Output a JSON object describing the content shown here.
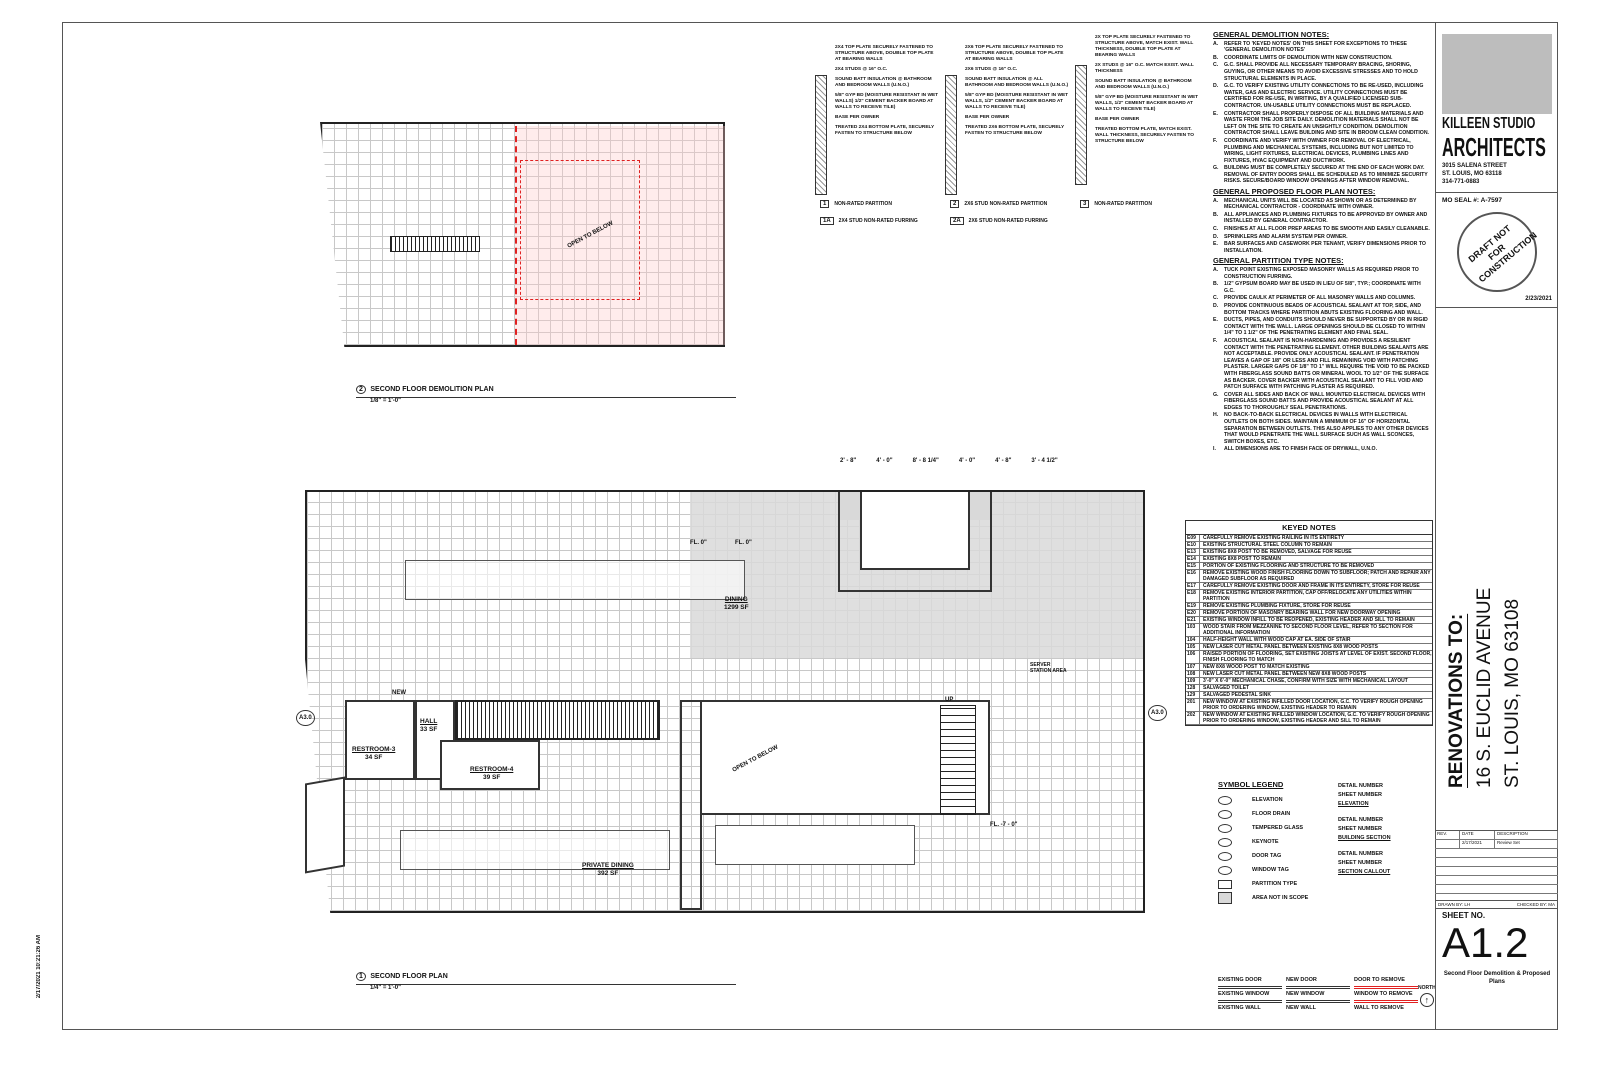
{
  "firm": {
    "name1": "KILLEEN STUDIO",
    "name2": "ARCHITECTS",
    "address1": "3015 SALENA STREET",
    "address2": "ST. LOUIS, MO 63118",
    "phone": "314-771-0883",
    "seal_label": "MO SEAL #: A-7597",
    "stamp_text": "DRAFT NOT FOR CONSTRUCTION",
    "date": "2/23/2021"
  },
  "project": {
    "prefix": "RENOVATIONS TO:",
    "address1": "16 S. EUCLID AVENUE",
    "address2": "ST. LOUIS, MO 63108"
  },
  "revisions": {
    "headers": [
      "REV.",
      "DATE",
      "DESCRIPTION"
    ],
    "rows": [
      [
        "",
        "2/17/2021",
        "Review Set"
      ]
    ]
  },
  "drawn_by": "DRAWN BY: LH",
  "checked_by": "CHECKED BY: MA",
  "sheet": {
    "label": "SHEET NO.",
    "number": "A1.2",
    "title": "Second Floor Demolition & Proposed Plans"
  },
  "timestamp": "2/17/2021 10:21:26 AM",
  "plans": {
    "demo": {
      "num": "2",
      "title": "SECOND FLOOR DEMOLITION PLAN",
      "scale": "1/8\" = 1'-0\"",
      "open_below": "OPEN TO BELOW"
    },
    "proposed": {
      "num": "1",
      "title": "SECOND FLOOR PLAN",
      "scale": "1/4\" = 1'-0\"",
      "rooms": [
        {
          "name": "DINING",
          "area": "1299 SF"
        },
        {
          "name": "PRIVATE DINING",
          "area": "392 SF"
        },
        {
          "name": "RESTROOM-3",
          "area": "34 SF"
        },
        {
          "name": "HALL",
          "area": "33 SF"
        },
        {
          "name": "RESTROOM-4",
          "area": "39 SF"
        }
      ],
      "labels": {
        "open_below": "OPEN TO BELOW",
        "server_station": "SERVER STATION AREA",
        "new": "NEW",
        "fl0": "FL. 0\"",
        "fl1": "FL. 0\"",
        "fl2": "FL. -7 - 0\"",
        "up": "UP",
        "a30a": "A3.0",
        "a30b": "A3.0"
      },
      "dims": [
        "2' - 8\"",
        "4' - 0\"",
        "8' - 8 1/4\"",
        "4' - 0\"",
        "4' - 8\"",
        "3' - 4 1/2\""
      ]
    }
  },
  "partitions": [
    {
      "tag": "1",
      "label": "NON-RATED PARTITION",
      "notes": [
        "2X4 TOP PLATE SECURELY FASTENED TO STRUCTURE ABOVE, DOUBLE TOP PLATE AT BEARING WALLS",
        "2X4 STUDS @ 16\" O.C.",
        "SOUND BATT INSULATION @ BATHROOM AND BEDROOM WALLS (U.N.O.)",
        "5/8\" GYP BD (MOISTURE RESISTANT IN WET WALLS) 1/2\" CEMENT BACKER BOARD AT WALLS TO RECEIVE TILE)",
        "BASE PER OWNER",
        "TREATED 2X4 BOTTOM PLATE, SECURELY FASTEN TO STRUCTURE BELOW"
      ]
    },
    {
      "tag": "2",
      "label": "2X6 STUD NON-RATED PARTITION",
      "notes": [
        "2X6 TOP PLATE SECURELY FASTENED TO STRUCTURE ABOVE, DOUBLE TOP PLATE AT BEARING WALLS",
        "2X6 STUDS @ 16\" O.C.",
        "SOUND BATT INSULATION @ ALL BATHROOM AND BEDROOM WALLS (U.N.O.)",
        "5/8\" GYP BD (MOISTURE RESISTANT IN WET WALLS, 1/2\" CEMENT BACKER BOARD AT WALLS TO RECEIVE TILE)",
        "BASE PER OWNER",
        "TREATED 2X6 BOTTOM PLATE, SECURELY FASTEN TO STRUCTURE BELOW"
      ]
    },
    {
      "tag": "3",
      "label": "NON-RATED PARTITION",
      "notes": [
        "2X TOP PLATE SECURELY FASTENED TO STRUCTURE ABOVE, MATCH EXIST. WALL THICKNESS, DOUBLE TOP PLATE AT BEARING WALLS",
        "2X STUDS @ 16\" O.C. MATCH EXIST. WALL THICKNESS",
        "SOUND BATT INSULATION @ BATHROOM AND BEDROOM WALLS (U.N.O.)",
        "5/8\" GYP BD (MOISTURE RESISTANT IN WET WALLS, 1/2\" CEMENT BACKER BOARD AT WALLS TO RECEIVE TILE)",
        "BASE PER OWNER",
        "TREATED BOTTOM PLATE, MATCH EXIST. WALL THICKNESS, SECURELY FASTEN TO STRUCTURE BELOW"
      ]
    },
    {
      "tag": "1A",
      "label": "2X4 STUD NON-RATED FURRING"
    },
    {
      "tag": "2A",
      "label": "2X6 STUD NON-RATED FURRING"
    }
  ],
  "notes": {
    "demo_title": "GENERAL DEMOLITION NOTES:",
    "demo": [
      [
        "A.",
        "REFER TO 'KEYED NOTES' ON THIS SHEET FOR EXCEPTIONS TO THESE 'GENERAL DEMOLITION NOTES'"
      ],
      [
        "B.",
        "COORDINATE LIMITS OF DEMOLITION WITH NEW CONSTRUCTION."
      ],
      [
        "C.",
        "G.C. SHALL PROVIDE ALL NECESSARY TEMPORARY BRACING, SHORING, GUYING, OR OTHER MEANS TO AVOID EXCESSIVE STRESSES AND TO HOLD STRUCTURAL ELEMENTS IN PLACE."
      ],
      [
        "D.",
        "G.C. TO VERIFY EXISTING UTILITY CONNECTIONS TO BE RE-USED, INCLUDING WATER, GAS AND ELECTRIC SERVICE. UTILITY CONNECTIONS MUST BE CERTIFIED FOR RE-USE, IN WRITING, BY A QUALIFIED LICENSED SUB-CONTRACTOR. UN-USABLE UTILITY CONNECTIONS MUST BE REPLACED."
      ],
      [
        "E.",
        "CONTRACTOR SHALL PROPERLY DISPOSE OF ALL BUILDING MATERIALS AND WASTE FROM THE JOB SITE DAILY. DEMOLITION MATERIALS SHALL NOT BE LEFT ON THE SITE TO CREATE AN UNSIGHTLY CONDITION. DEMOLITION CONTRACTOR SHALL LEAVE BUILDING AND SITE IN BROOM CLEAN CONDITION."
      ],
      [
        "F.",
        "COORDINATE AND VERIFY WITH OWNER FOR REMOVAL OF ELECTRICAL, PLUMBING AND MECHANICAL SYSTEMS, INCLUDING BUT NOT LIMITED TO WIRING, LIGHT FIXTURES, ELECTRICAL DEVICES, PLUMBING LINES AND FIXTURES, HVAC EQUIPMENT AND DUCTWORK."
      ],
      [
        "G.",
        "BUILDING MUST BE COMPLETELY SECURED AT THE END OF EACH WORK DAY. REMOVAL OF ENTRY DOORS SHALL BE SCHEDULED AS TO MINIMIZE SECURITY RISKS. SECURE/BOARD WINDOW OPENINGS AFTER WINDOW REMOVAL."
      ]
    ],
    "prop_title": "GENERAL PROPOSED FLOOR PLAN NOTES:",
    "prop": [
      [
        "A.",
        "MECHANICAL UNITS WILL BE LOCATED AS SHOWN OR AS DETERMINED BY MECHANICAL CONTRACTOR - COORDINATE WITH OWNER."
      ],
      [
        "B.",
        "ALL APPLIANCES AND PLUMBING FIXTURES TO BE APPROVED BY OWNER AND INSTALLED BY GENERAL CONTRACTOR."
      ],
      [
        "C.",
        "FINISHES AT ALL FLOOR PREP AREAS TO BE SMOOTH AND EASILY CLEANABLE."
      ],
      [
        "D.",
        "SPRINKLERS AND ALARM SYSTEM PER OWNER."
      ],
      [
        "E.",
        "BAR SURFACES AND CASEWORK PER TENANT, VERIFY DIMENSIONS PRIOR TO INSTALLATION."
      ]
    ],
    "part_title": "GENERAL PARTITION TYPE NOTES:",
    "part": [
      [
        "A.",
        "TUCK POINT EXISTING EXPOSED MASONRY WALLS AS REQUIRED PRIOR TO CONSTRUCTION FURRING."
      ],
      [
        "B.",
        "1/2\" GYPSUM BOARD MAY BE USED IN LIEU OF 5/8\", TYP.; COORDINATE WITH G.C."
      ],
      [
        "C.",
        "PROVIDE CAULK AT PERIMETER OF ALL MASONRY WALLS AND COLUMNS."
      ],
      [
        "D.",
        "PROVIDE CONTINUOUS BEADS OF ACOUSTICAL SEALANT AT TOP, SIDE, AND BOTTOM TRACKS WHERE PARTITION ABUTS EXISTING FLOORING AND WALL."
      ],
      [
        "E.",
        "DUCTS, PIPES, AND CONDUITS SHOULD NEVER BE SUPPORTED BY OR IN RIGID CONTACT WITH THE WALL. LARGE OPENINGS SHOULD BE CLOSED TO WITHIN 1/4\" TO 1 1/2\" OF THE PENETRATING ELEMENT AND FINAL SEAL."
      ],
      [
        "F.",
        "ACOUSTICAL SEALANT IS NON-HARDENING AND PROVIDES A RESILIENT CONTACT WITH THE PENETRATING ELEMENT. OTHER BUILDING SEALANTS ARE NOT ACCEPTABLE. PROVIDE ONLY ACOUSTICAL SEALANT. IF PENETRATION LEAVES A GAP OF 1/8\" OR LESS AND FILL REMAINING VOID WITH PATCHING PLASTER. LARGER GAPS OF 1/8\" TO 1\" WILL REQUIRE THE VOID TO BE PACKED WITH FIBERGLASS SOUND BATTS OR MINERAL WOOL TO 1/2\" OF THE SURFACE AS BACKER. COVER BACKER WITH ACOUSTICAL SEALANT TO FILL VOID AND PATCH SURFACE WITH PATCHING PLASTER AS REQUIRED."
      ],
      [
        "G.",
        "COVER ALL SIDES AND BACK OF WALL MOUNTED ELECTRICAL DEVICES WITH FIBERGLASS SOUND BATTS AND PROVIDE ACOUSTICAL SEALANT AT ALL EDGES TO THOROUGHLY SEAL PENETRATIONS."
      ],
      [
        "H.",
        "NO BACK-TO-BACK ELECTRICAL DEVICES IN WALLS WITH ELECTRICAL OUTLETS ON BOTH SIDES. MAINTAIN A MINIMUM OF 16\" OF HORIZONTAL SEPARATION BETWEEN OUTLETS. THIS ALSO APPLIES TO ANY OTHER DEVICES THAT WOULD PENETRATE THE WALL SURFACE SUCH AS WALL SCONCES, SWITCH BOXES, ETC."
      ],
      [
        "I.",
        "ALL DIMENSIONS ARE TO FINISH FACE OF DRYWALL, U.N.O."
      ]
    ]
  },
  "keyed_notes": {
    "title": "KEYED NOTES",
    "rows": [
      [
        "E09",
        "CAREFULLY REMOVE EXISTING RAILING IN ITS ENTIRETY"
      ],
      [
        "E10",
        "EXISTING STRUCTURAL STEEL COLUMN TO REMAIN"
      ],
      [
        "E13",
        "EXISTING 8X8 POST TO BE REMOVED, SALVAGE FOR REUSE"
      ],
      [
        "E14",
        "EXISTING 8X8 POST TO REMAIN"
      ],
      [
        "E15",
        "PORTION OF EXISTING FLOORING AND STRUCTURE TO BE REMOVED"
      ],
      [
        "E16",
        "REMOVE EXISTING WOOD FINISH FLOORING DOWN TO SUBFLOOR; PATCH AND REPAIR ANY DAMAGED SUBFLOOR AS REQUIRED"
      ],
      [
        "E17",
        "CAREFULLY REMOVE EXISTING DOOR AND FRAME IN ITS ENTIRETY, STORE FOR REUSE"
      ],
      [
        "E18",
        "REMOVE EXISTING INTERIOR PARTITION, CAP OFF/RELOCATE ANY UTILITIES WITHIN PARTITION"
      ],
      [
        "E19",
        "REMOVE EXISTING PLUMBING FIXTURE, STORE FOR REUSE"
      ],
      [
        "E20",
        "REMOVE PORTION OF MASONRY BEARING WALL FOR NEW DOORWAY OPENING"
      ],
      [
        "E21",
        "EXISTING WINDOW INFILL TO BE REOPENED, EXISTING HEADER AND SILL TO REMAIN"
      ],
      [
        "103",
        "WOOD STAIR FROM MEZZANINE TO SECOND FLOOR LEVEL, REFER TO SECTION FOR ADDITIONAL INFORMATION"
      ],
      [
        "104",
        "HALF-HEIGHT WALL WITH WOOD CAP AT EA. SIDE OF STAIR"
      ],
      [
        "105",
        "NEW LASER CUT METAL PANEL BETWEEN EXISTING 8X8 WOOD POSTS"
      ],
      [
        "106",
        "RAISED PORTION OF FLOORING, SET EXISTING JOISTS AT LEVEL OF EXIST. SECOND FLOOR, FINISH FLOORING TO MATCH"
      ],
      [
        "107",
        "NEW 8X8 WOOD POST TO MATCH EXISTING"
      ],
      [
        "108",
        "NEW LASER CUT METAL PANEL BETWEEN NEW 8X8 WOOD POSTS"
      ],
      [
        "109",
        "3'-0\" X 6'-0\" MECHANICAL CHASE, CONFIRM WITH SIZE WITH MECHANICAL LAYOUT"
      ],
      [
        "128",
        "SALVAGED TOILET"
      ],
      [
        "129",
        "SALVAGED PEDESTAL SINK"
      ],
      [
        "201",
        "NEW WINDOW AT EXISTING INFILLED DOOR LOCATION, G.C. TO VERIFY ROUGH OPENING PRIOR TO ORDERING WINDOW, EXISTING HEADER TO REMAIN"
      ],
      [
        "202",
        "NEW WINDOW AT EXISTING INFILLED WINDOW LOCATION, G.C. TO VERIFY ROUGH OPENING PRIOR TO ORDERING WINDOW, EXISTING HEADER AND SILL TO REMAIN"
      ]
    ]
  },
  "legend": {
    "title": "SYMBOL LEGEND",
    "items": [
      "ELEVATION",
      "FLOOR DRAIN",
      "TEMPERED GLASS",
      "KEYNOTE",
      "DOOR TAG",
      "WINDOW TAG",
      "PARTITION TYPE",
      "AREA NOT IN SCOPE"
    ],
    "right": [
      "DETAIL NUMBER",
      "SHEET NUMBER",
      "ELEVATION",
      "DETAIL NUMBER",
      "SHEET NUMBER",
      "BUILDING SECTION",
      "DETAIL NUMBER",
      "SHEET NUMBER",
      "SECTION CALLOUT"
    ],
    "doors": [
      "EXISTING DOOR",
      "NEW DOOR",
      "DOOR TO REMOVE"
    ],
    "windows": [
      "EXISTING WINDOW",
      "NEW WINDOW",
      "WINDOW TO REMOVE"
    ],
    "walls": [
      "EXISTING WALL",
      "NEW WALL",
      "WALL TO REMOVE"
    ],
    "north": "NORTH"
  },
  "colors": {
    "demo_red": "#e02020",
    "scope_gray": "#d9d9d9"
  }
}
